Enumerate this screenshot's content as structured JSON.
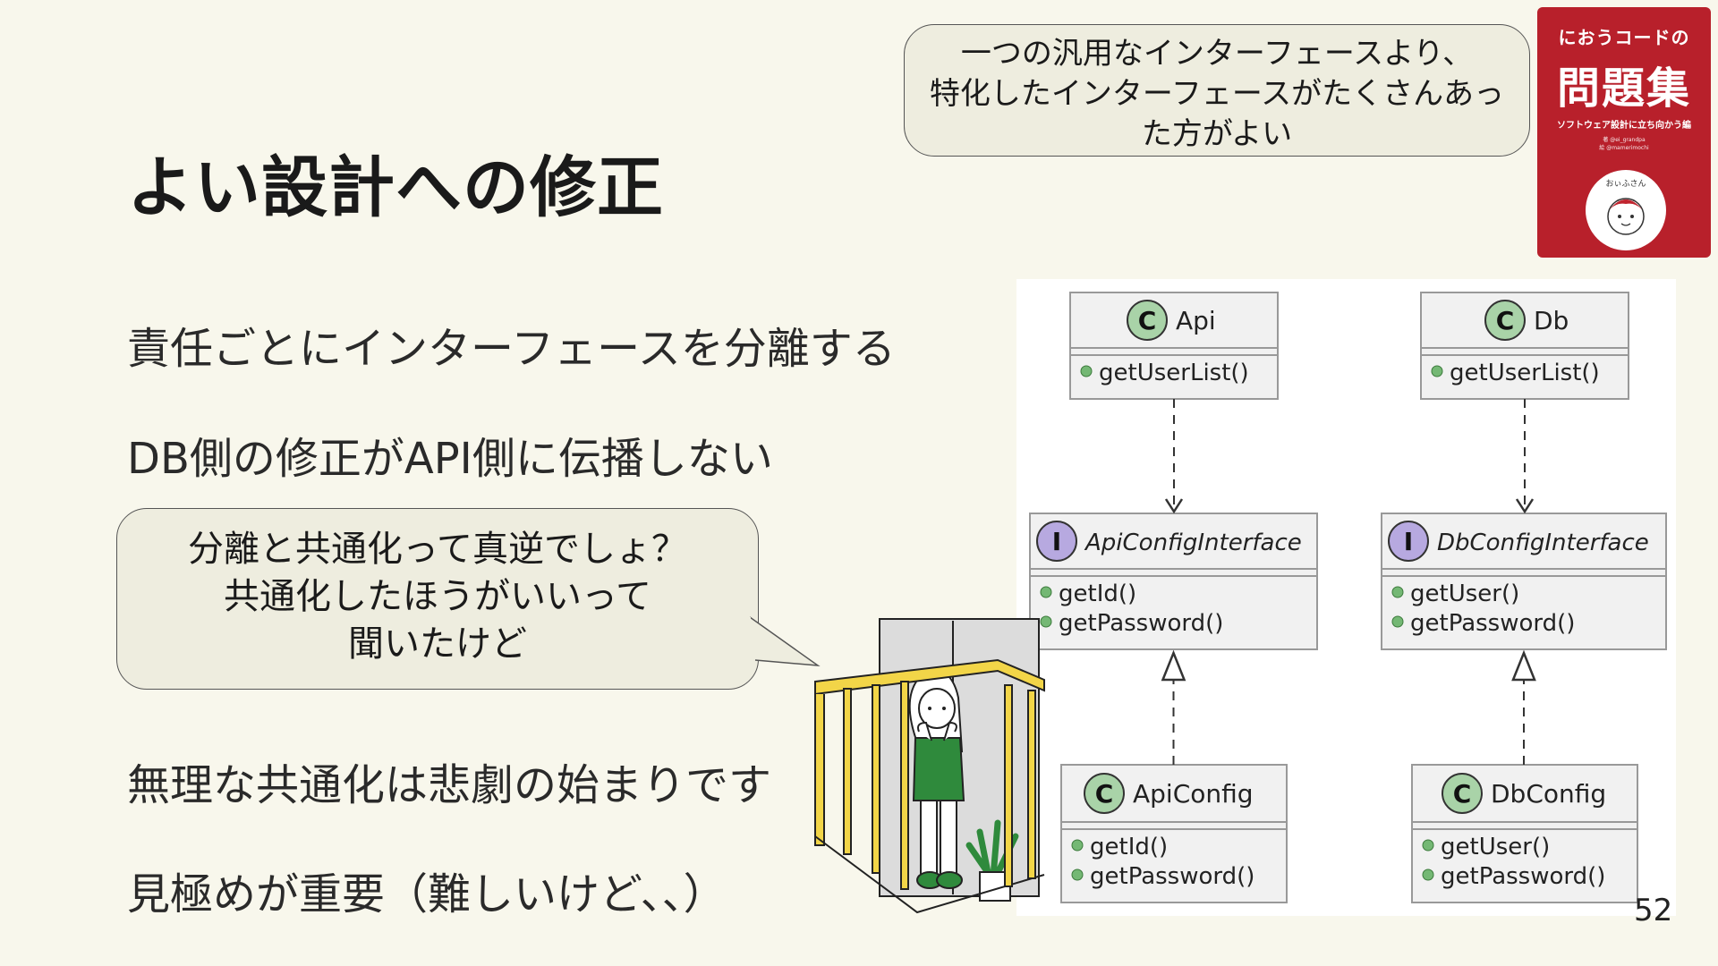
{
  "slide": {
    "title": "よい設計への修正",
    "bullets": [
      "責任ごとにインターフェースを分離する",
      "DB側の修正がAPI側に伝播しない",
      "無理な共通化は悲劇の始まりです",
      "見極めが重要（難しいけど、、）"
    ],
    "page_number": "52"
  },
  "bubble_top": {
    "lines": [
      "一つの汎用なインターフェースより、",
      "特化したインターフェースがたくさんあっ",
      "た方がよい"
    ]
  },
  "bubble_left": {
    "lines": [
      "分離と共通化って真逆でしょ？",
      "共通化したほうがいいって",
      "聞いたけど"
    ]
  },
  "book": {
    "top": "におうコードの",
    "main": "問題集",
    "sub": "ソフトウェア設計に立ち向かう編",
    "authors": [
      "著 @ei_grandpa",
      "絵 @mamerimochi"
    ],
    "face_label": "おぃふさん",
    "color": "#b8202b"
  },
  "uml": {
    "classes": [
      {
        "id": "api",
        "stereotype": "C",
        "name": "Api",
        "methods": [
          "getUserList()"
        ]
      },
      {
        "id": "db",
        "stereotype": "C",
        "name": "Db",
        "methods": [
          "getUserList()"
        ]
      },
      {
        "id": "api-config-interface",
        "stereotype": "I",
        "name": "ApiConfigInterface",
        "methods": [
          "getId()",
          "getPassword()"
        ]
      },
      {
        "id": "db-config-interface",
        "stereotype": "I",
        "name": "DbConfigInterface",
        "methods": [
          "getUser()",
          "getPassword()"
        ]
      },
      {
        "id": "api-config",
        "stereotype": "C",
        "name": "ApiConfig",
        "methods": [
          "getId()",
          "getPassword()"
        ]
      },
      {
        "id": "db-config",
        "stereotype": "C",
        "name": "DbConfig",
        "methods": [
          "getUser()",
          "getPassword()"
        ]
      }
    ],
    "relations": [
      {
        "from": "api",
        "to": "api-config-interface",
        "type": "dependency"
      },
      {
        "from": "db",
        "to": "db-config-interface",
        "type": "dependency"
      },
      {
        "from": "api-config",
        "to": "api-config-interface",
        "type": "realization"
      },
      {
        "from": "db-config",
        "to": "db-config-interface",
        "type": "realization"
      }
    ],
    "colors": {
      "class_circle": "#a9d3a8",
      "interface_circle": "#b7a9e0",
      "method_dot": "#74b874",
      "box_fill": "#f1f1f1",
      "border": "#999999"
    }
  }
}
